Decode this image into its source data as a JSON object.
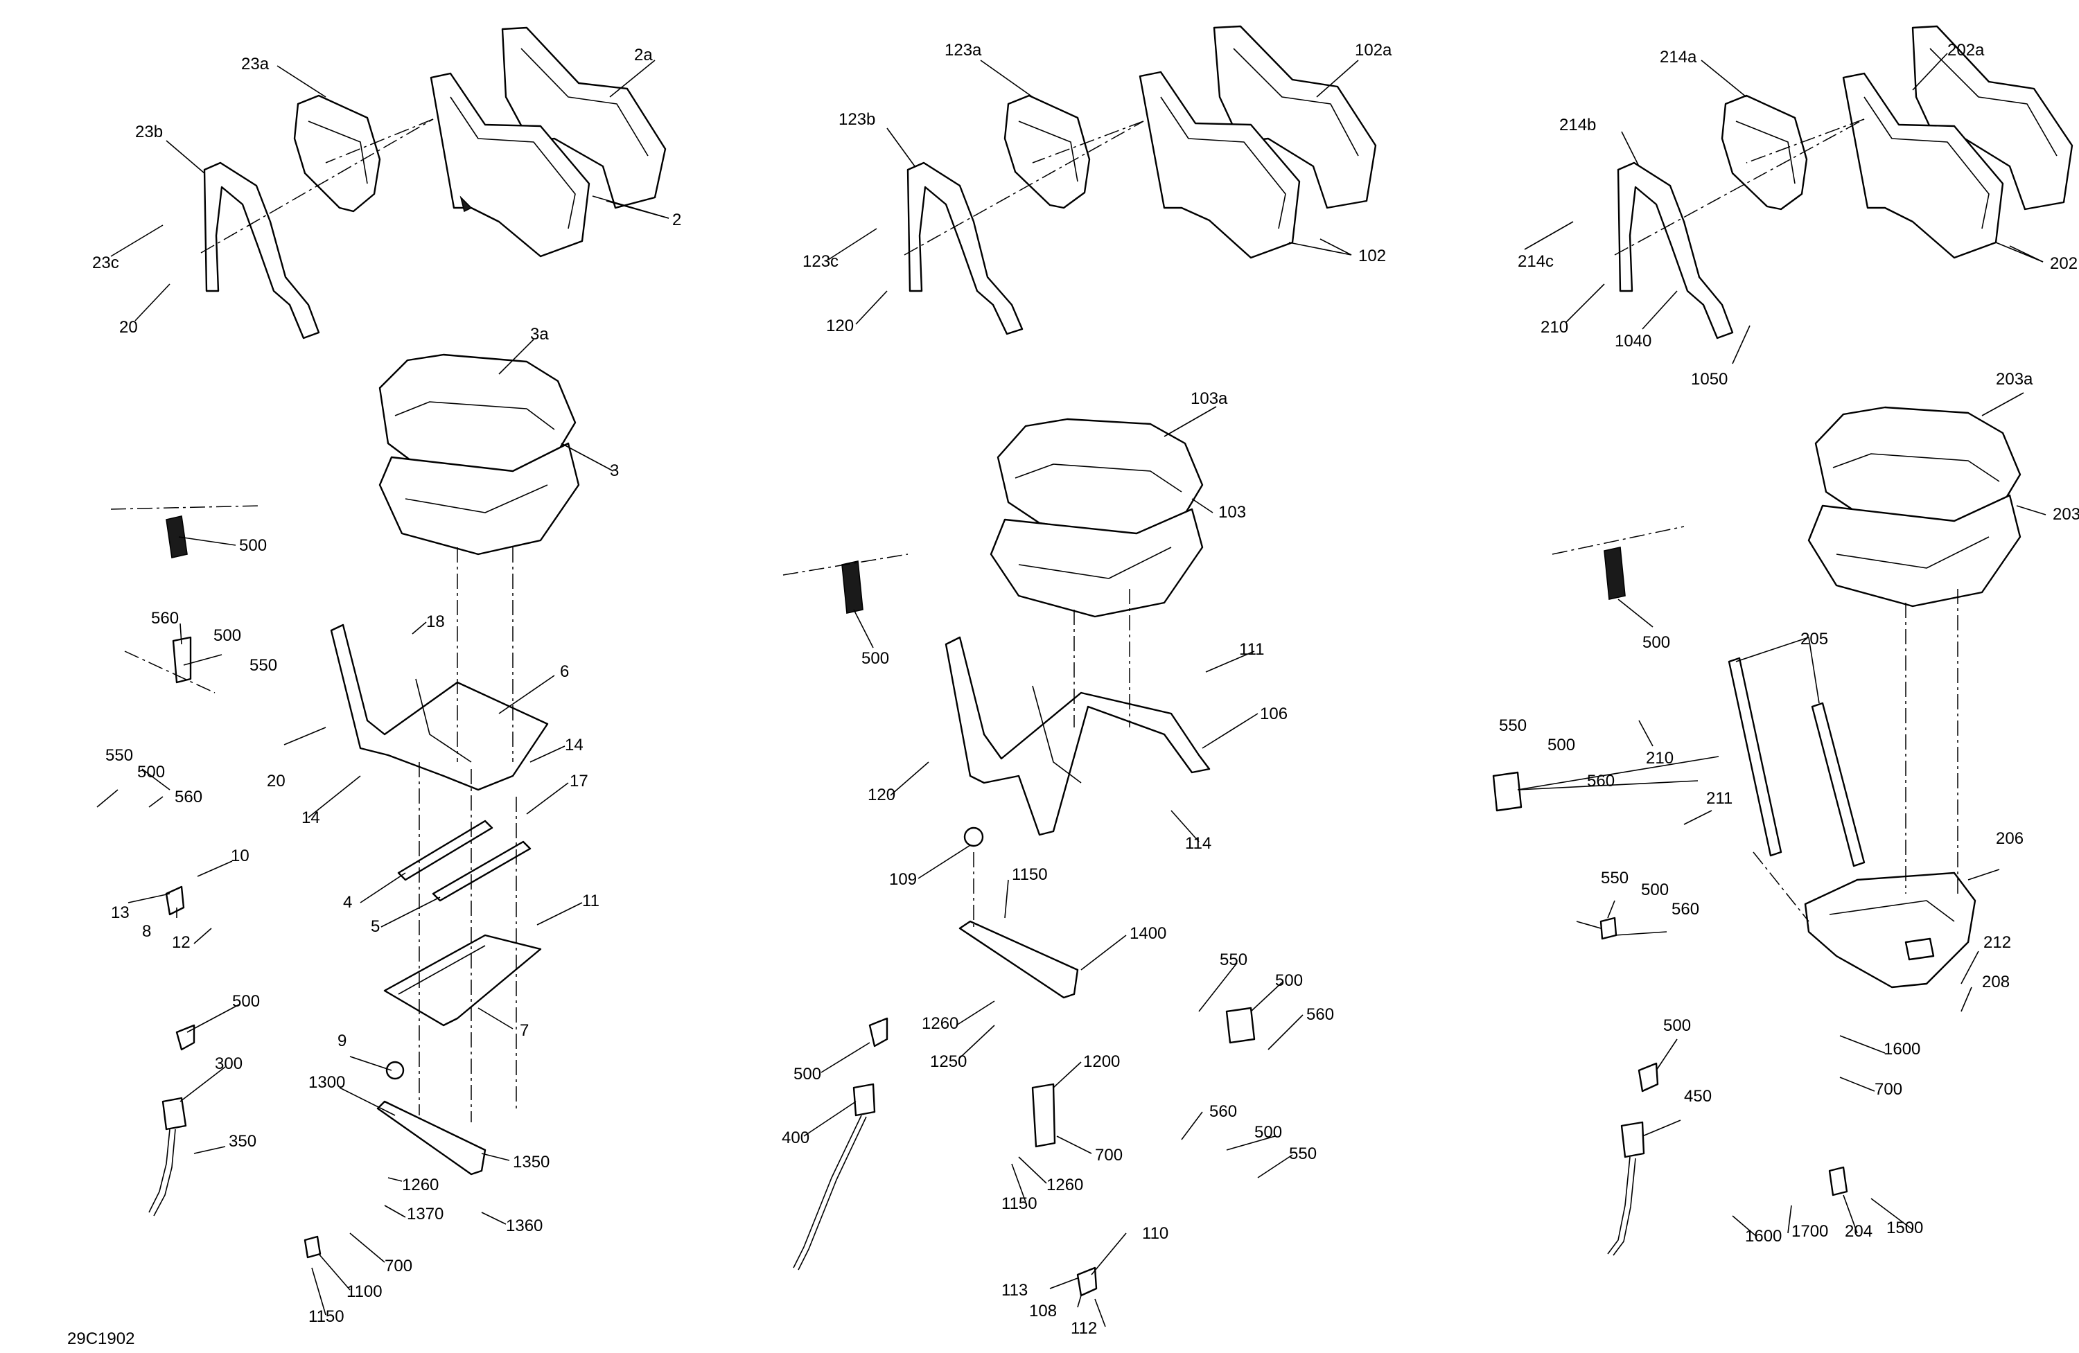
{
  "figure_id": "29C1902",
  "callouts": [
    {
      "id": "c-23a",
      "text": "23a"
    },
    {
      "id": "c-2a",
      "text": "2a"
    },
    {
      "id": "c-23b",
      "text": "23b"
    },
    {
      "id": "c-2",
      "text": "2"
    },
    {
      "id": "c-23c",
      "text": "23c"
    },
    {
      "id": "c-20-top",
      "text": "20"
    },
    {
      "id": "c-3a",
      "text": "3a"
    },
    {
      "id": "c-3",
      "text": "3"
    },
    {
      "id": "c-500-a",
      "text": "500"
    },
    {
      "id": "c-560-a",
      "text": "560"
    },
    {
      "id": "c-500-b",
      "text": "500"
    },
    {
      "id": "c-550-a",
      "text": "550"
    },
    {
      "id": "c-18",
      "text": "18"
    },
    {
      "id": "c-6",
      "text": "6"
    },
    {
      "id": "c-20-mid",
      "text": "20"
    },
    {
      "id": "c-14-a",
      "text": "14"
    },
    {
      "id": "c-14-b",
      "text": "14"
    },
    {
      "id": "c-17",
      "text": "17"
    },
    {
      "id": "c-550-b",
      "text": "550"
    },
    {
      "id": "c-500-c",
      "text": "500"
    },
    {
      "id": "c-560-b",
      "text": "560"
    },
    {
      "id": "c-10",
      "text": "10"
    },
    {
      "id": "c-13",
      "text": "13"
    },
    {
      "id": "c-8",
      "text": "8"
    },
    {
      "id": "c-12",
      "text": "12"
    },
    {
      "id": "c-4",
      "text": "4"
    },
    {
      "id": "c-5",
      "text": "5"
    },
    {
      "id": "c-11",
      "text": "11"
    },
    {
      "id": "c-7",
      "text": "7"
    },
    {
      "id": "c-500-d",
      "text": "500"
    },
    {
      "id": "c-300",
      "text": "300"
    },
    {
      "id": "c-9",
      "text": "9"
    },
    {
      "id": "c-1300",
      "text": "1300"
    },
    {
      "id": "c-350",
      "text": "350"
    },
    {
      "id": "c-1350",
      "text": "1350"
    },
    {
      "id": "c-1260-a",
      "text": "1260"
    },
    {
      "id": "c-1370",
      "text": "1370"
    },
    {
      "id": "c-1360",
      "text": "1360"
    },
    {
      "id": "c-700-a",
      "text": "700"
    },
    {
      "id": "c-1100",
      "text": "1100"
    },
    {
      "id": "c-1150-a",
      "text": "1150"
    },
    {
      "id": "c-29c1902",
      "text": "29C1902"
    },
    {
      "id": "c-123a",
      "text": "123a"
    },
    {
      "id": "c-102a",
      "text": "102a"
    },
    {
      "id": "c-123b",
      "text": "123b"
    },
    {
      "id": "c-123c",
      "text": "123c"
    },
    {
      "id": "c-102",
      "text": "102"
    },
    {
      "id": "c-120-top",
      "text": "120"
    },
    {
      "id": "c-103a",
      "text": "103a"
    },
    {
      "id": "c-103",
      "text": "103"
    },
    {
      "id": "c-500-e",
      "text": "500"
    },
    {
      "id": "c-111",
      "text": "111"
    },
    {
      "id": "c-106",
      "text": "106"
    },
    {
      "id": "c-120-mid",
      "text": "120"
    },
    {
      "id": "c-114",
      "text": "114"
    },
    {
      "id": "c-109",
      "text": "109"
    },
    {
      "id": "c-1150-b",
      "text": "1150"
    },
    {
      "id": "c-1400",
      "text": "1400"
    },
    {
      "id": "c-550-c",
      "text": "550"
    },
    {
      "id": "c-500-f",
      "text": "500"
    },
    {
      "id": "c-560-c",
      "text": "560"
    },
    {
      "id": "c-1260-b",
      "text": "1260"
    },
    {
      "id": "c-1250",
      "text": "1250"
    },
    {
      "id": "c-500-g",
      "text": "500"
    },
    {
      "id": "c-1200",
      "text": "1200"
    },
    {
      "id": "c-400",
      "text": "400"
    },
    {
      "id": "c-700-b",
      "text": "700"
    },
    {
      "id": "c-560-d",
      "text": "560"
    },
    {
      "id": "c-500-h",
      "text": "500"
    },
    {
      "id": "c-550-d",
      "text": "550"
    },
    {
      "id": "c-1260-c",
      "text": "1260"
    },
    {
      "id": "c-1150-c",
      "text": "1150"
    },
    {
      "id": "c-110",
      "text": "110"
    },
    {
      "id": "c-113",
      "text": "113"
    },
    {
      "id": "c-108",
      "text": "108"
    },
    {
      "id": "c-112",
      "text": "112"
    },
    {
      "id": "c-214a",
      "text": "214a"
    },
    {
      "id": "c-202a",
      "text": "202a"
    },
    {
      "id": "c-214b",
      "text": "214b"
    },
    {
      "id": "c-214c",
      "text": "214c"
    },
    {
      "id": "c-202",
      "text": "202"
    },
    {
      "id": "c-210-top",
      "text": "210"
    },
    {
      "id": "c-1040",
      "text": "1040"
    },
    {
      "id": "c-1050",
      "text": "1050"
    },
    {
      "id": "c-203a",
      "text": "203a"
    },
    {
      "id": "c-203",
      "text": "203"
    },
    {
      "id": "c-500-i",
      "text": "500"
    },
    {
      "id": "c-205",
      "text": "205"
    },
    {
      "id": "c-550-e",
      "text": "550"
    },
    {
      "id": "c-500-j",
      "text": "500"
    },
    {
      "id": "c-210-mid",
      "text": "210"
    },
    {
      "id": "c-560-e",
      "text": "560"
    },
    {
      "id": "c-211",
      "text": "211"
    },
    {
      "id": "c-206",
      "text": "206"
    },
    {
      "id": "c-550-f",
      "text": "550"
    },
    {
      "id": "c-500-k",
      "text": "500"
    },
    {
      "id": "c-560-f",
      "text": "560"
    },
    {
      "id": "c-212",
      "text": "212"
    },
    {
      "id": "c-208",
      "text": "208"
    },
    {
      "id": "c-500-l",
      "text": "500"
    },
    {
      "id": "c-1600-a",
      "text": "1600"
    },
    {
      "id": "c-450",
      "text": "450"
    },
    {
      "id": "c-700-c",
      "text": "700"
    },
    {
      "id": "c-1600-b",
      "text": "1600"
    },
    {
      "id": "c-1700",
      "text": "1700"
    },
    {
      "id": "c-204",
      "text": "204"
    },
    {
      "id": "c-1500",
      "text": "1500"
    }
  ]
}
